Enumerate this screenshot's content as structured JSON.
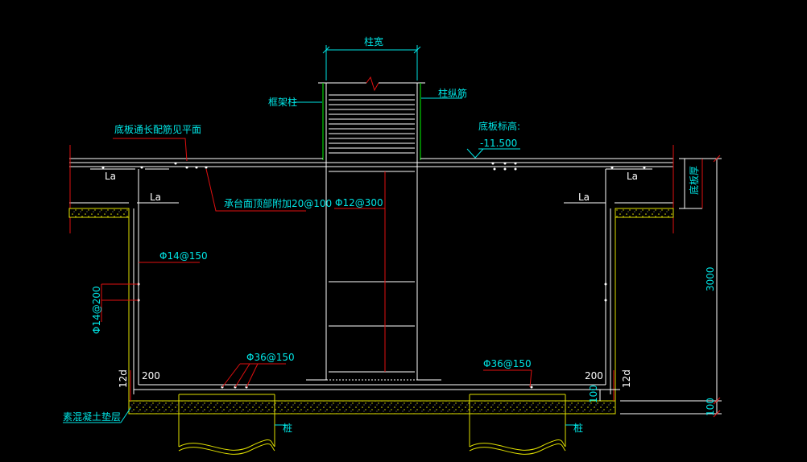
{
  "labels": {
    "col_width": "柱宽",
    "col_frame": "框架柱",
    "col_rebar": "柱纵筋",
    "slab_top_bar": "底板通长配筋见平面",
    "slab_elev_label": "底板标高:",
    "slab_elev_value": "-11.500",
    "la_1": "La",
    "la_2": "La",
    "la_3": "La",
    "la_4": "La",
    "cap_top_bar": "承台面顶部附加20@100",
    "col_tie": "Φ12@300",
    "side_bar_h": "Φ14@150",
    "side_bar_v": "Φ14@200",
    "bottom_bar_left": "Φ36@150",
    "bottom_bar_right": "Φ36@150",
    "dim_200_left": "200",
    "dim_200_right": "200",
    "dim_12d_left": "12d",
    "dim_12d_right": "12d",
    "slab_thk": "底板厚",
    "dim_3000": "3000",
    "dim_100a": "100",
    "dim_100b": "100",
    "bedding": "素混凝土垫层",
    "pile_left": "桩",
    "pile_right": "桩"
  },
  "colors": {
    "background": "#000000",
    "text": "#00e5e5",
    "outline": "#ffffff",
    "concrete": "#e0e000",
    "leader": "#e01010",
    "column_bar": "#00d000"
  }
}
